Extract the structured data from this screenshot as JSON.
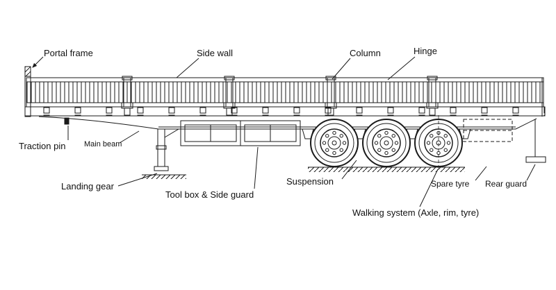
{
  "diagram": {
    "subject": "side-wall semi-trailer technical line drawing",
    "background_color": "#ffffff",
    "line_color": "#1a1a1a",
    "wheel_count": 3
  },
  "labels": {
    "portal_frame": "Portal frame",
    "side_wall": "Side wall",
    "column": "Column",
    "hinge": "Hinge",
    "traction_pin": "Traction pin",
    "main_beam": "Main beam",
    "landing_gear": "Landing gear",
    "tool_box": "Tool box & Side guard",
    "suspension": "Suspension",
    "spare_tyre": "Spare tyre",
    "rear_guard": "Rear guard",
    "walking_system": "Walking system (Axle, rim, tyre)"
  }
}
